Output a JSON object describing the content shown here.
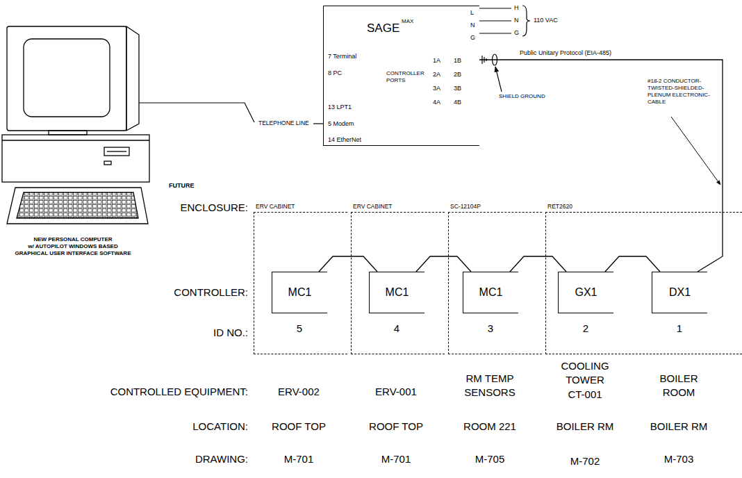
{
  "diagram": {
    "nodes": [
      {
        "text": [
          "SAGE",
          "MAX",
          "L",
          "N",
          "G",
          "7 Terminal",
          "8 PC",
          "CONTROLLER PORTS",
          "13 LPT1",
          "5 Modem",
          "14 EtherNet",
          "1A",
          "1B",
          "2A",
          "2B",
          "3A",
          "3B",
          "4A",
          "4B"
        ]
      },
      {
        "text": [
          "ERV CABINET",
          "5"
        ]
      },
      {
        "text": [
          "MC1"
        ],
        "in": 1
      },
      {
        "text": [
          "ERV CABINET",
          "4"
        ]
      },
      {
        "text": [
          "MC1"
        ],
        "in": 3
      },
      {
        "text": [
          "SC-12104P",
          "3"
        ]
      },
      {
        "text": [
          "MC1"
        ],
        "in": 5
      },
      {
        "text": [
          "RET2620",
          "2",
          "1"
        ]
      },
      {
        "text": [
          "GX1"
        ],
        "in": 7
      },
      {
        "text": [
          "DX1"
        ],
        "in": 7
      }
    ],
    "edges": [
      {
        "from": 0,
        "to": 9,
        "arrow": "none"
      },
      {
        "from": 9,
        "to": 8,
        "arrow": "none"
      },
      {
        "from": 8,
        "to": 6,
        "arrow": "none"
      },
      {
        "from": 6,
        "to": 4,
        "arrow": "none"
      },
      {
        "from": 4,
        "to": 2,
        "arrow": "none"
      }
    ],
    "labels": [
      "NEW PERSONAL COMPUTER w/ AUTOPILOT WINDOWS BASED GRAPHICAL USER INTERFACE SOFTWARE",
      "TELEPHONE LINE",
      "H",
      "N",
      "G",
      "110 VAC",
      "Public Unitary Protocol (EIA-485)",
      "SHIELD GROUND",
      "#18-2 CONDUCTOR- TWISTED-SHIELDED- PLENUM ELECTRONIC- CABLE",
      "FUTURE",
      "ENCLOSURE:",
      "CONTROLLER:",
      "ID NO.:",
      "CONTROLLED EQUIPMENT:",
      "ERV-002",
      "ERV-001",
      "RM TEMP SENSORS",
      "COOLING TOWER CT-001",
      "BOILER ROOM",
      "LOCATION:",
      "ROOF TOP",
      "ROOF TOP",
      "ROOM 221",
      "BOILER RM",
      "BOILER RM",
      "DRAWING:",
      "M-701",
      "M-701",
      "M-705",
      "M-702",
      "M-703"
    ]
  }
}
